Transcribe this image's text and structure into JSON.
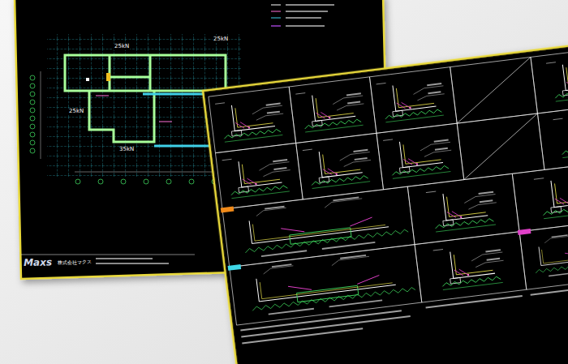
{
  "diagram": {
    "labels": [
      "25kN",
      "25kN",
      "25kN",
      "35kN",
      "Maxs",
      "株式会社マクス"
    ]
  }
}
